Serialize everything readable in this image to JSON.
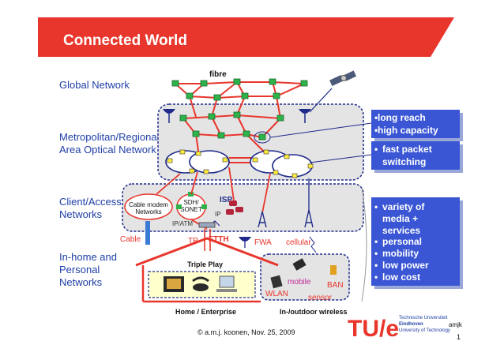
{
  "title": "Connected World",
  "layers": {
    "global": "Global Network",
    "metro_line1": "Metropolitan/Regional",
    "metro_line2": "Area Optical Network",
    "access_line1": "Client/Access",
    "access_line2": "Networks",
    "inhome_line1": "In-home and",
    "inhome_line2": "Personal",
    "inhome_line3": "Networks"
  },
  "diagram_labels": {
    "fibre": "fibre",
    "cable_modem_1": "Cable modem",
    "cable_modem_2": "Networks",
    "sdh_1": "SDH/",
    "sdh_2": "SONET",
    "isp": "ISP",
    "ip": "IP",
    "ip_atm": "IP/ATM",
    "cable": "Cable",
    "tp": "TP",
    "ftth": "FTTH",
    "fwa": "FWA",
    "cellular": "cellular",
    "triple_play": "Triple Play",
    "mobile": "mobile",
    "ban": "BAN",
    "wlan": "WLAN",
    "sensor": "sensor",
    "home_enterprise": "Home / Enterprise",
    "in_outdoor_wireless": "In-/outdoor wireless"
  },
  "callouts": {
    "box1": [
      "long reach",
      "high capacity"
    ],
    "box2_line1": "fast packet",
    "box2_line2": "switching",
    "box3": [
      "variety of",
      "media +",
      "services",
      "personal",
      "mobility",
      "low power",
      "low cost"
    ]
  },
  "footer": {
    "copyright": "© a.m.j. koonen, Nov. 25, 2009",
    "logo_text": "TU/e",
    "uni_line1": "Technische Universiteit",
    "uni_line2": "Eindhoven",
    "uni_line3": "University of Technology",
    "initials": "amjk",
    "page_number": "1"
  },
  "colors": {
    "title_bar": "#e8362c",
    "label_blue": "#1f3fa6",
    "callout_fill": "#3a56d4",
    "node_green": "#2db34a",
    "link_red": "#e8362c"
  }
}
